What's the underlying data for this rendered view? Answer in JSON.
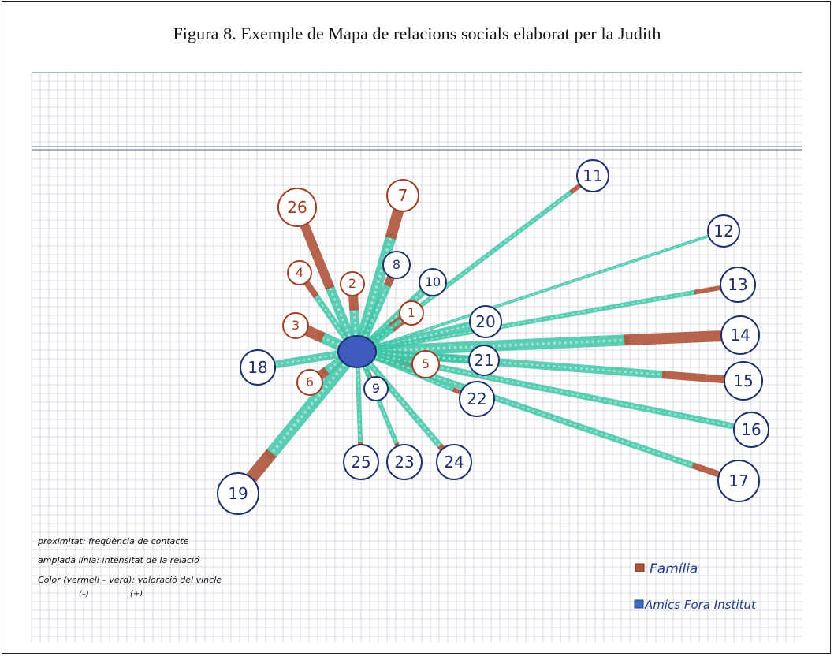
{
  "figure": {
    "title": "Figura 8. Exemple de Mapa de relacions socials elaborat per la Judith"
  },
  "colors": {
    "grid": "#b9bfd0",
    "grid_major": "#7f8aa6",
    "green": "#3fc6a7",
    "red": "#b0543c",
    "node_outline": "#1f2f6b",
    "center": "#3d5bbf"
  },
  "diagram": {
    "center": "center",
    "nodes": [
      {
        "id": "26",
        "group": "family"
      },
      {
        "id": "7",
        "group": "family"
      },
      {
        "id": "4",
        "group": "family"
      },
      {
        "id": "2",
        "group": "family"
      },
      {
        "id": "8",
        "group": "friends"
      },
      {
        "id": "10",
        "group": "friends"
      },
      {
        "id": "1",
        "group": "family"
      },
      {
        "id": "3",
        "group": "family"
      },
      {
        "id": "18",
        "group": "friends"
      },
      {
        "id": "6",
        "group": "family"
      },
      {
        "id": "9",
        "group": "friends"
      },
      {
        "id": "5",
        "group": "family"
      },
      {
        "id": "20",
        "group": "friends"
      },
      {
        "id": "21",
        "group": "friends"
      },
      {
        "id": "22",
        "group": "friends"
      },
      {
        "id": "25",
        "group": "friends"
      },
      {
        "id": "23",
        "group": "friends"
      },
      {
        "id": "24",
        "group": "friends"
      },
      {
        "id": "19",
        "group": "friends"
      },
      {
        "id": "11",
        "group": "friends"
      },
      {
        "id": "12",
        "group": "friends"
      },
      {
        "id": "13",
        "group": "friends"
      },
      {
        "id": "14",
        "group": "friends"
      },
      {
        "id": "15",
        "group": "friends"
      },
      {
        "id": "16",
        "group": "friends"
      },
      {
        "id": "17",
        "group": "friends"
      }
    ]
  },
  "notes": [
    "proximitat: freqüència de contacte",
    "amplada línia: intensitat de la relació",
    "Color (vermell – verd): valoració del vincle"
  ],
  "notes_signs": {
    "minus": "(–)",
    "plus": "(+)"
  },
  "legend": [
    {
      "label": "Família",
      "color": "#b0543c"
    },
    {
      "label": "Amics Fora Institut",
      "color": "#3d6fc2"
    }
  ]
}
